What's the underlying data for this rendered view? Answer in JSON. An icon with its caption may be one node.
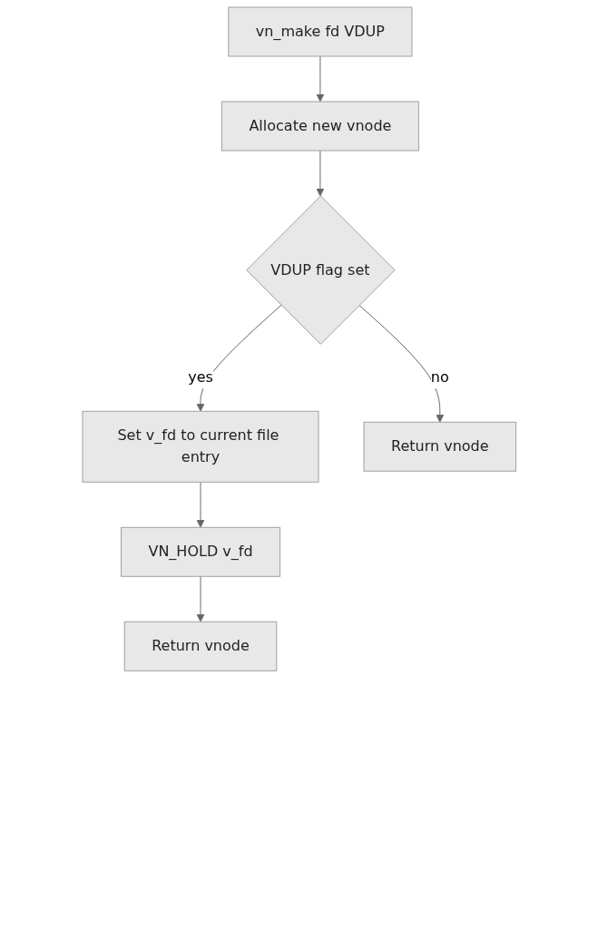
{
  "diagram": {
    "nodes": [
      {
        "text": [
          "vn_make fd VDUP"
        ]
      },
      {
        "text": [
          "Allocate new vnode"
        ]
      },
      {
        "text": [
          "VDUP flag set"
        ]
      },
      {
        "text": [
          "Set v_fd to current file entry"
        ]
      },
      {
        "text": [
          "Return vnode"
        ]
      },
      {
        "text": [
          "VN_HOLD v_fd"
        ]
      },
      {
        "text": [
          "Return vnode"
        ]
      }
    ],
    "edges": [
      {
        "from": 0,
        "to": 1,
        "arrow": "to"
      },
      {
        "from": 1,
        "to": 2,
        "arrow": "to"
      },
      {
        "from": 2,
        "to": 3,
        "arrow": "to",
        "label": "yes"
      },
      {
        "from": 2,
        "to": 4,
        "arrow": "to",
        "label": "no"
      },
      {
        "from": 3,
        "to": 5,
        "arrow": "to"
      },
      {
        "from": 5,
        "to": 6,
        "arrow": "to"
      }
    ]
  }
}
